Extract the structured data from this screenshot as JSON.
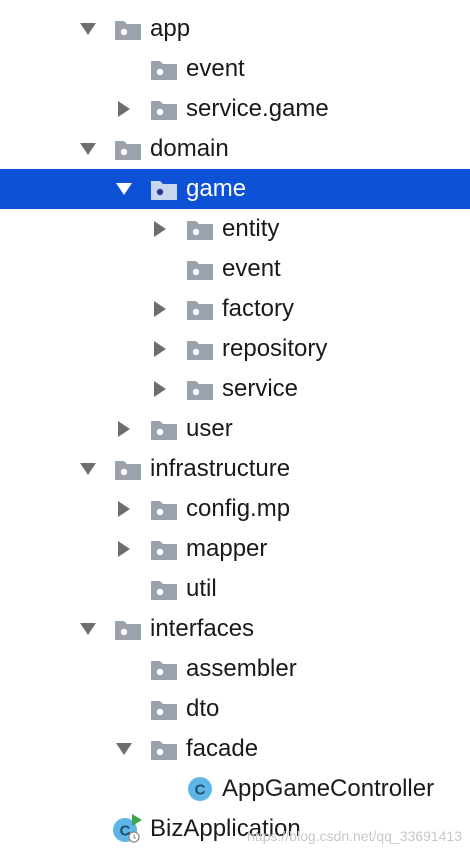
{
  "tree": {
    "nodes": [
      {
        "label": "app",
        "depth": 0,
        "expander": "expanded",
        "icon": "folder-icon"
      },
      {
        "label": "event",
        "depth": 1,
        "expander": "none",
        "icon": "folder-icon"
      },
      {
        "label": "service.game",
        "depth": 1,
        "expander": "collapsed",
        "icon": "folder-icon"
      },
      {
        "label": "domain",
        "depth": 0,
        "expander": "expanded",
        "icon": "folder-icon"
      },
      {
        "label": "game",
        "depth": 1,
        "expander": "expanded",
        "icon": "folder-icon",
        "selected": true
      },
      {
        "label": "entity",
        "depth": 2,
        "expander": "collapsed",
        "icon": "folder-icon"
      },
      {
        "label": "event",
        "depth": 2,
        "expander": "none",
        "icon": "folder-icon"
      },
      {
        "label": "factory",
        "depth": 2,
        "expander": "collapsed",
        "icon": "folder-icon"
      },
      {
        "label": "repository",
        "depth": 2,
        "expander": "collapsed",
        "icon": "folder-icon"
      },
      {
        "label": "service",
        "depth": 2,
        "expander": "collapsed",
        "icon": "folder-icon"
      },
      {
        "label": "user",
        "depth": 1,
        "expander": "collapsed",
        "icon": "folder-icon"
      },
      {
        "label": "infrastructure",
        "depth": 0,
        "expander": "expanded",
        "icon": "folder-icon"
      },
      {
        "label": "config.mp",
        "depth": 1,
        "expander": "collapsed",
        "icon": "folder-icon"
      },
      {
        "label": "mapper",
        "depth": 1,
        "expander": "collapsed",
        "icon": "folder-icon"
      },
      {
        "label": "util",
        "depth": 1,
        "expander": "none",
        "icon": "folder-icon"
      },
      {
        "label": "interfaces",
        "depth": 0,
        "expander": "expanded",
        "icon": "folder-icon"
      },
      {
        "label": "assembler",
        "depth": 1,
        "expander": "none",
        "icon": "folder-icon"
      },
      {
        "label": "dto",
        "depth": 1,
        "expander": "none",
        "icon": "folder-icon"
      },
      {
        "label": "facade",
        "depth": 1,
        "expander": "expanded",
        "icon": "folder-icon"
      },
      {
        "label": "AppGameController",
        "depth": 2,
        "expander": "none",
        "icon": "java-class-icon"
      },
      {
        "label": "BizApplication",
        "depth": -1,
        "expander": "none",
        "icon": "spring-app-class-icon"
      }
    ]
  },
  "watermark": "https://blog.csdn.net/qq_33691413",
  "colors": {
    "selection": "#0d52d6",
    "folder": "#9aa3ad",
    "class_icon": "#5fb6e6",
    "arrow": "#6e6e6e",
    "spring_green": "#3aa64a"
  }
}
